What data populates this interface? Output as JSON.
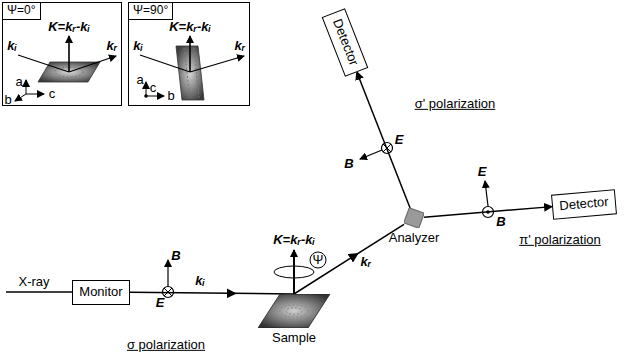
{
  "diagram": {
    "nodes": [
      {
        "text": [
          "Ψ=0°"
        ]
      },
      {
        "text": [
          "Ψ=90°"
        ]
      },
      {
        "text": [
          "Monitor"
        ]
      },
      {
        "text": [
          "Sample"
        ]
      },
      {
        "text": [
          "Analyzer"
        ]
      },
      {
        "text": [
          "Detector"
        ]
      },
      {
        "text": [
          "Detector"
        ]
      }
    ],
    "edges": [
      {
        "from": 2,
        "to": 3,
        "arrow": "to",
        "label": "kᵢ"
      },
      {
        "from": 3,
        "to": 4,
        "arrow": "to",
        "label": "kᵣ"
      },
      {
        "from": 4,
        "to": 5,
        "arrow": "to"
      },
      {
        "from": 4,
        "to": 6,
        "arrow": "to"
      }
    ],
    "labels": [
      "X-ray",
      "σ polarization",
      "B",
      "E",
      "K=kᵣ-kᵢ",
      "Ψ",
      "σ' polarization",
      "B",
      "E",
      "π' polarization",
      "E",
      "B",
      "K=kᵣ-kᵢ",
      "kᵢ",
      "kᵣ",
      "a",
      "b",
      "c",
      "K=kᵣ-kᵢ",
      "kᵢ",
      "kᵣ",
      "a",
      "c",
      "b"
    ]
  }
}
